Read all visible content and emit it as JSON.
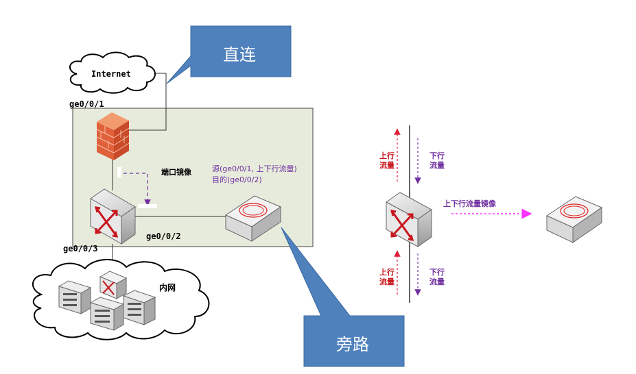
{
  "labels": {
    "internet": "Internet",
    "ge001": "ge0/0/1",
    "ge002": "ge0/0/2",
    "ge003": "ge0/0/3",
    "port_mirror": "端口镜像",
    "src_line": "源(ge0/0/1, 上下行流量)",
    "dst_line": "目的(ge0/0/2)",
    "intranet": "内网",
    "direct": "直连",
    "bypass": "旁路",
    "up_top": "上行",
    "flow_top_l": "流量",
    "down_top": "下行",
    "flow_top_r": "流量",
    "up_bot": "上行",
    "flow_bot_l": "流量",
    "down_bot": "下行",
    "flow_bot_r": "流量",
    "mirror_flow": "上下行流量镜像"
  },
  "icons": {
    "firewall": "firewall-icon",
    "switch": "switch-icon",
    "probe": "probe-device-icon",
    "server": "server-icon",
    "cloud": "cloud-icon"
  },
  "colors": {
    "callout": "#4f81bd",
    "panel": "#e7ebdc",
    "purple": "#7030a0",
    "red": "#d9251c",
    "magenta": "#ff33ff",
    "line": "#333333"
  }
}
